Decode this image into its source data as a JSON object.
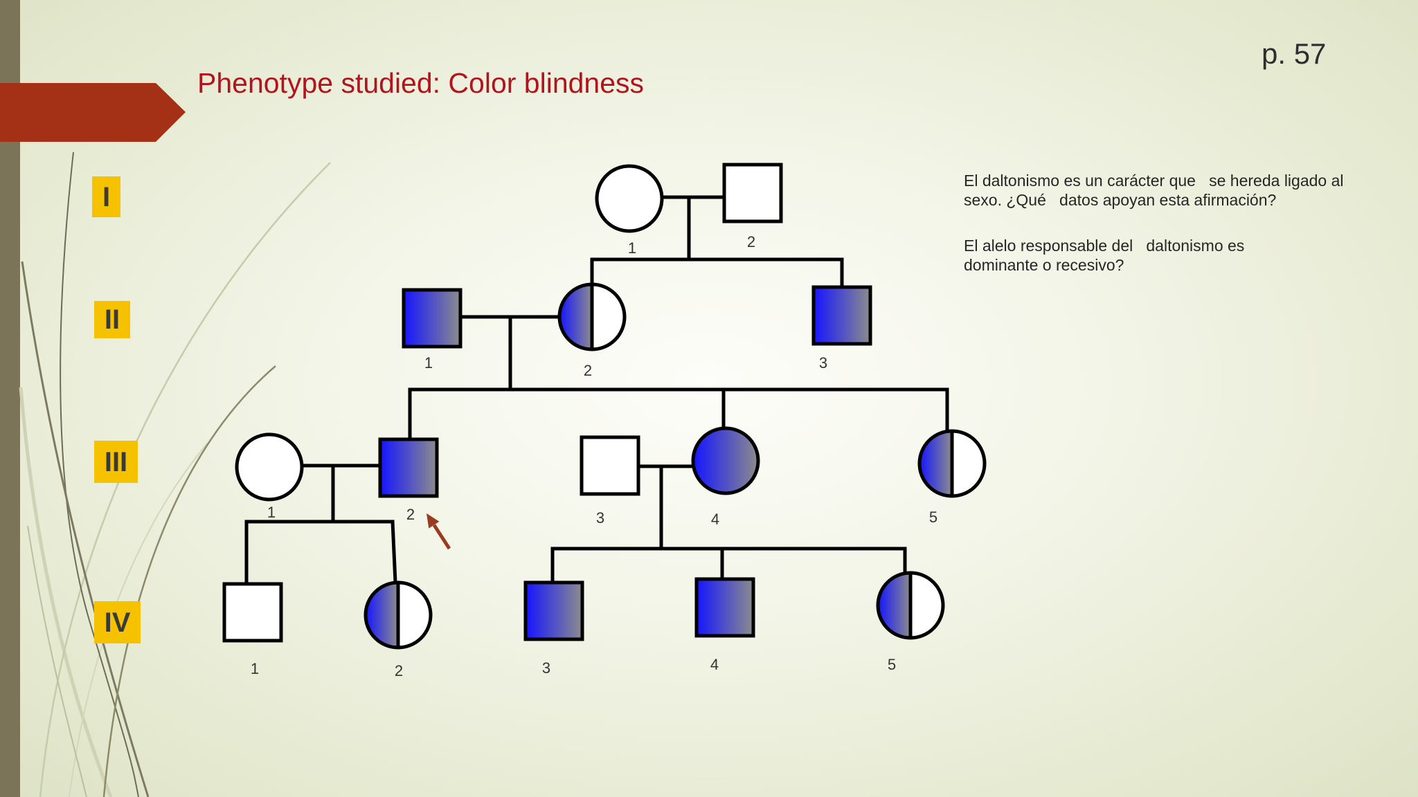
{
  "slide": {
    "title": "Phenotype studied: Color blindness",
    "page_label": "p. 57"
  },
  "generations": [
    {
      "label": "I",
      "individuals": [
        {
          "number": "1",
          "sex": "female",
          "status": "unaffected"
        },
        {
          "number": "2",
          "sex": "male",
          "status": "unaffected"
        }
      ]
    },
    {
      "label": "II",
      "individuals": [
        {
          "number": "1",
          "sex": "male",
          "status": "affected"
        },
        {
          "number": "2",
          "sex": "female",
          "status": "carrier"
        },
        {
          "number": "3",
          "sex": "male",
          "status": "affected"
        }
      ]
    },
    {
      "label": "III",
      "individuals": [
        {
          "number": "1",
          "sex": "female",
          "status": "unaffected"
        },
        {
          "number": "2",
          "sex": "male",
          "status": "affected",
          "proband": true
        },
        {
          "number": "3",
          "sex": "male",
          "status": "unaffected"
        },
        {
          "number": "4",
          "sex": "female",
          "status": "affected"
        },
        {
          "number": "5",
          "sex": "female",
          "status": "carrier"
        }
      ]
    },
    {
      "label": "IV",
      "individuals": [
        {
          "number": "1",
          "sex": "male",
          "status": "unaffected"
        },
        {
          "number": "2",
          "sex": "female",
          "status": "carrier"
        },
        {
          "number": "3",
          "sex": "male",
          "status": "affected"
        },
        {
          "number": "4",
          "sex": "male",
          "status": "affected"
        },
        {
          "number": "5",
          "sex": "female",
          "status": "carrier"
        }
      ]
    }
  ],
  "questions": [
    {
      "lines": [
        "El daltonismo es un carácter que   se hereda ligado al",
        "sexo. ¿Qué   datos apoyan esta afirmación?"
      ]
    },
    {
      "lines": [
        "El alelo responsable del   daltonismo es",
        "dominante o recesivo?"
      ]
    }
  ],
  "colors": {
    "affected_gradient_start": "#1515ff",
    "affected_gradient_end": "#8c8c8c",
    "banner": "#a43016",
    "title_text": "#b1141c",
    "generation_label_bg": "#f6c200",
    "proband_arrow": "#9a3a1f",
    "left_bar": "#7b7458"
  }
}
